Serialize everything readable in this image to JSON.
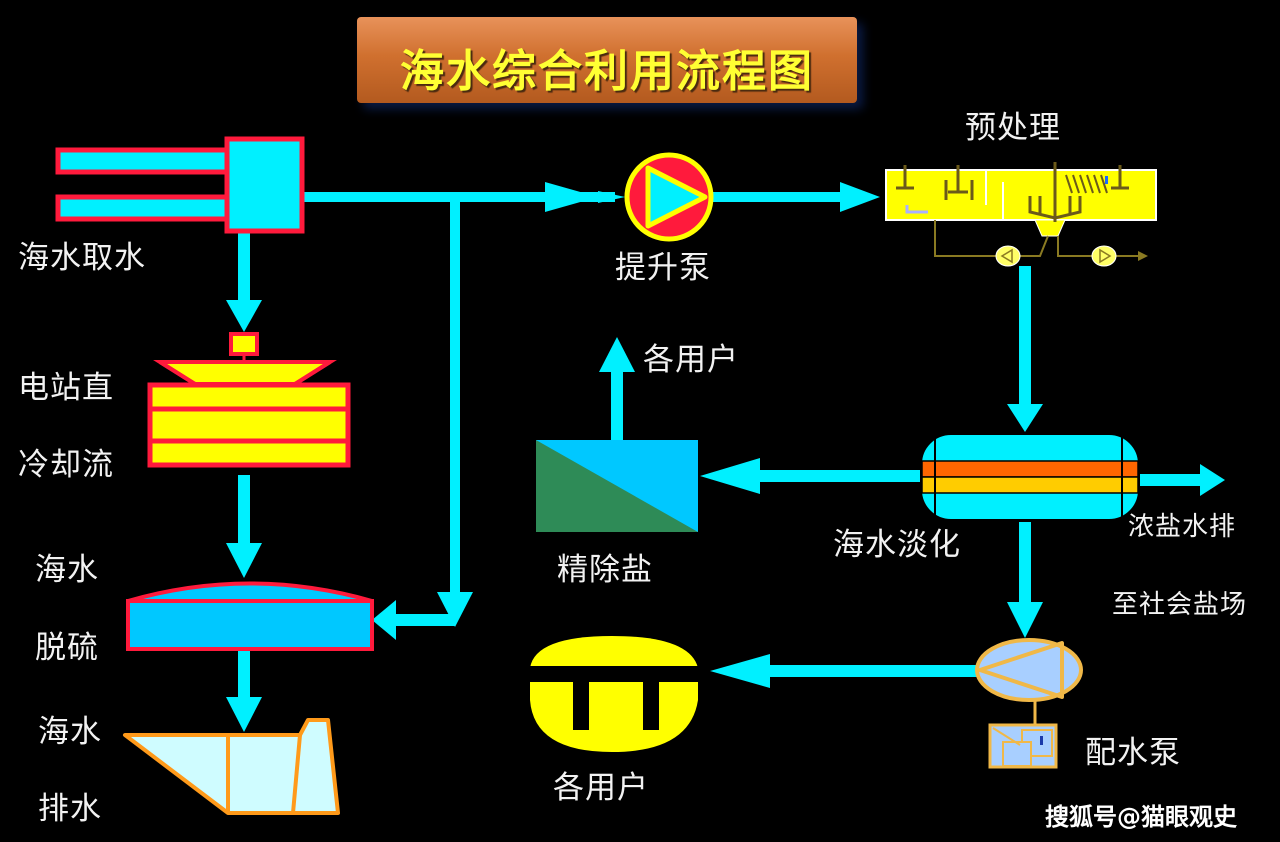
{
  "title": "海水综合利用流程图",
  "colors": {
    "background": "#000000",
    "pipe": "#00f0ff",
    "title_bg": "#d27432",
    "title_text": "#ffff33",
    "label_text": "#f2f2f2",
    "equipment_red": "#ff1a3c",
    "equipment_yellow": "#ffff00",
    "desulfurization_blue": "#00c8ff",
    "drain_fill": "#cffcff",
    "drain_outline": "#ff9a1a",
    "desalination_orange": "#ff6600",
    "desalination_amber": "#ffcc00",
    "refined_salt_green": "#2e8b57",
    "distribution_pump": "#a8cfff",
    "distribution_outline": "#f0b848"
  },
  "nodes": {
    "intake": {
      "label": "海水取水",
      "icon": "seawater-intake-icon"
    },
    "power_cooling": {
      "label_line1": "电站直",
      "label_line2": "冷却流",
      "icon": "cooling-condenser-icon"
    },
    "desulfurization": {
      "label_line1": "海水",
      "label_line2": "脱硫",
      "icon": "desulfurization-tower-icon"
    },
    "drainage": {
      "label_line1": "海水",
      "label_line2": "排水",
      "icon": "drainage-basin-icon"
    },
    "lift_pump": {
      "label": "提升泵",
      "icon": "pump-icon"
    },
    "pretreatment": {
      "label": "预处理",
      "icon": "pretreatment-tank-icon"
    },
    "desalination": {
      "label": "海水淡化",
      "icon": "desalination-unit-icon"
    },
    "brine_discharge": {
      "label_line1": "浓盐水排",
      "label_line2": "至社会盐场"
    },
    "refined_salt": {
      "label": "精除盐",
      "icon": "ion-exchange-icon"
    },
    "users_top": {
      "label": "各用户"
    },
    "distribution_pump": {
      "label": "配水泵",
      "icon": "distribution-pump-icon"
    },
    "users_bottom": {
      "label": "各用户",
      "icon": "water-tower-icon"
    }
  },
  "flows": [
    {
      "from": "海水取水",
      "to": "电站直冷却流"
    },
    {
      "from": "电站直冷却流",
      "to": "海水脱硫"
    },
    {
      "from": "海水取水",
      "to": "海水脱硫"
    },
    {
      "from": "海水脱硫",
      "to": "海水排水"
    },
    {
      "from": "海水取水",
      "to": "提升泵"
    },
    {
      "from": "提升泵",
      "to": "预处理"
    },
    {
      "from": "预处理",
      "to": "海水淡化"
    },
    {
      "from": "海水淡化",
      "to": "精除盐"
    },
    {
      "from": "精除盐",
      "to": "各用户"
    },
    {
      "from": "海水淡化",
      "to": "浓盐水排至社会盐场"
    },
    {
      "from": "海水淡化",
      "to": "配水泵"
    },
    {
      "from": "配水泵",
      "to": "各用户"
    }
  ],
  "watermark": "搜狐号@猫眼观史"
}
